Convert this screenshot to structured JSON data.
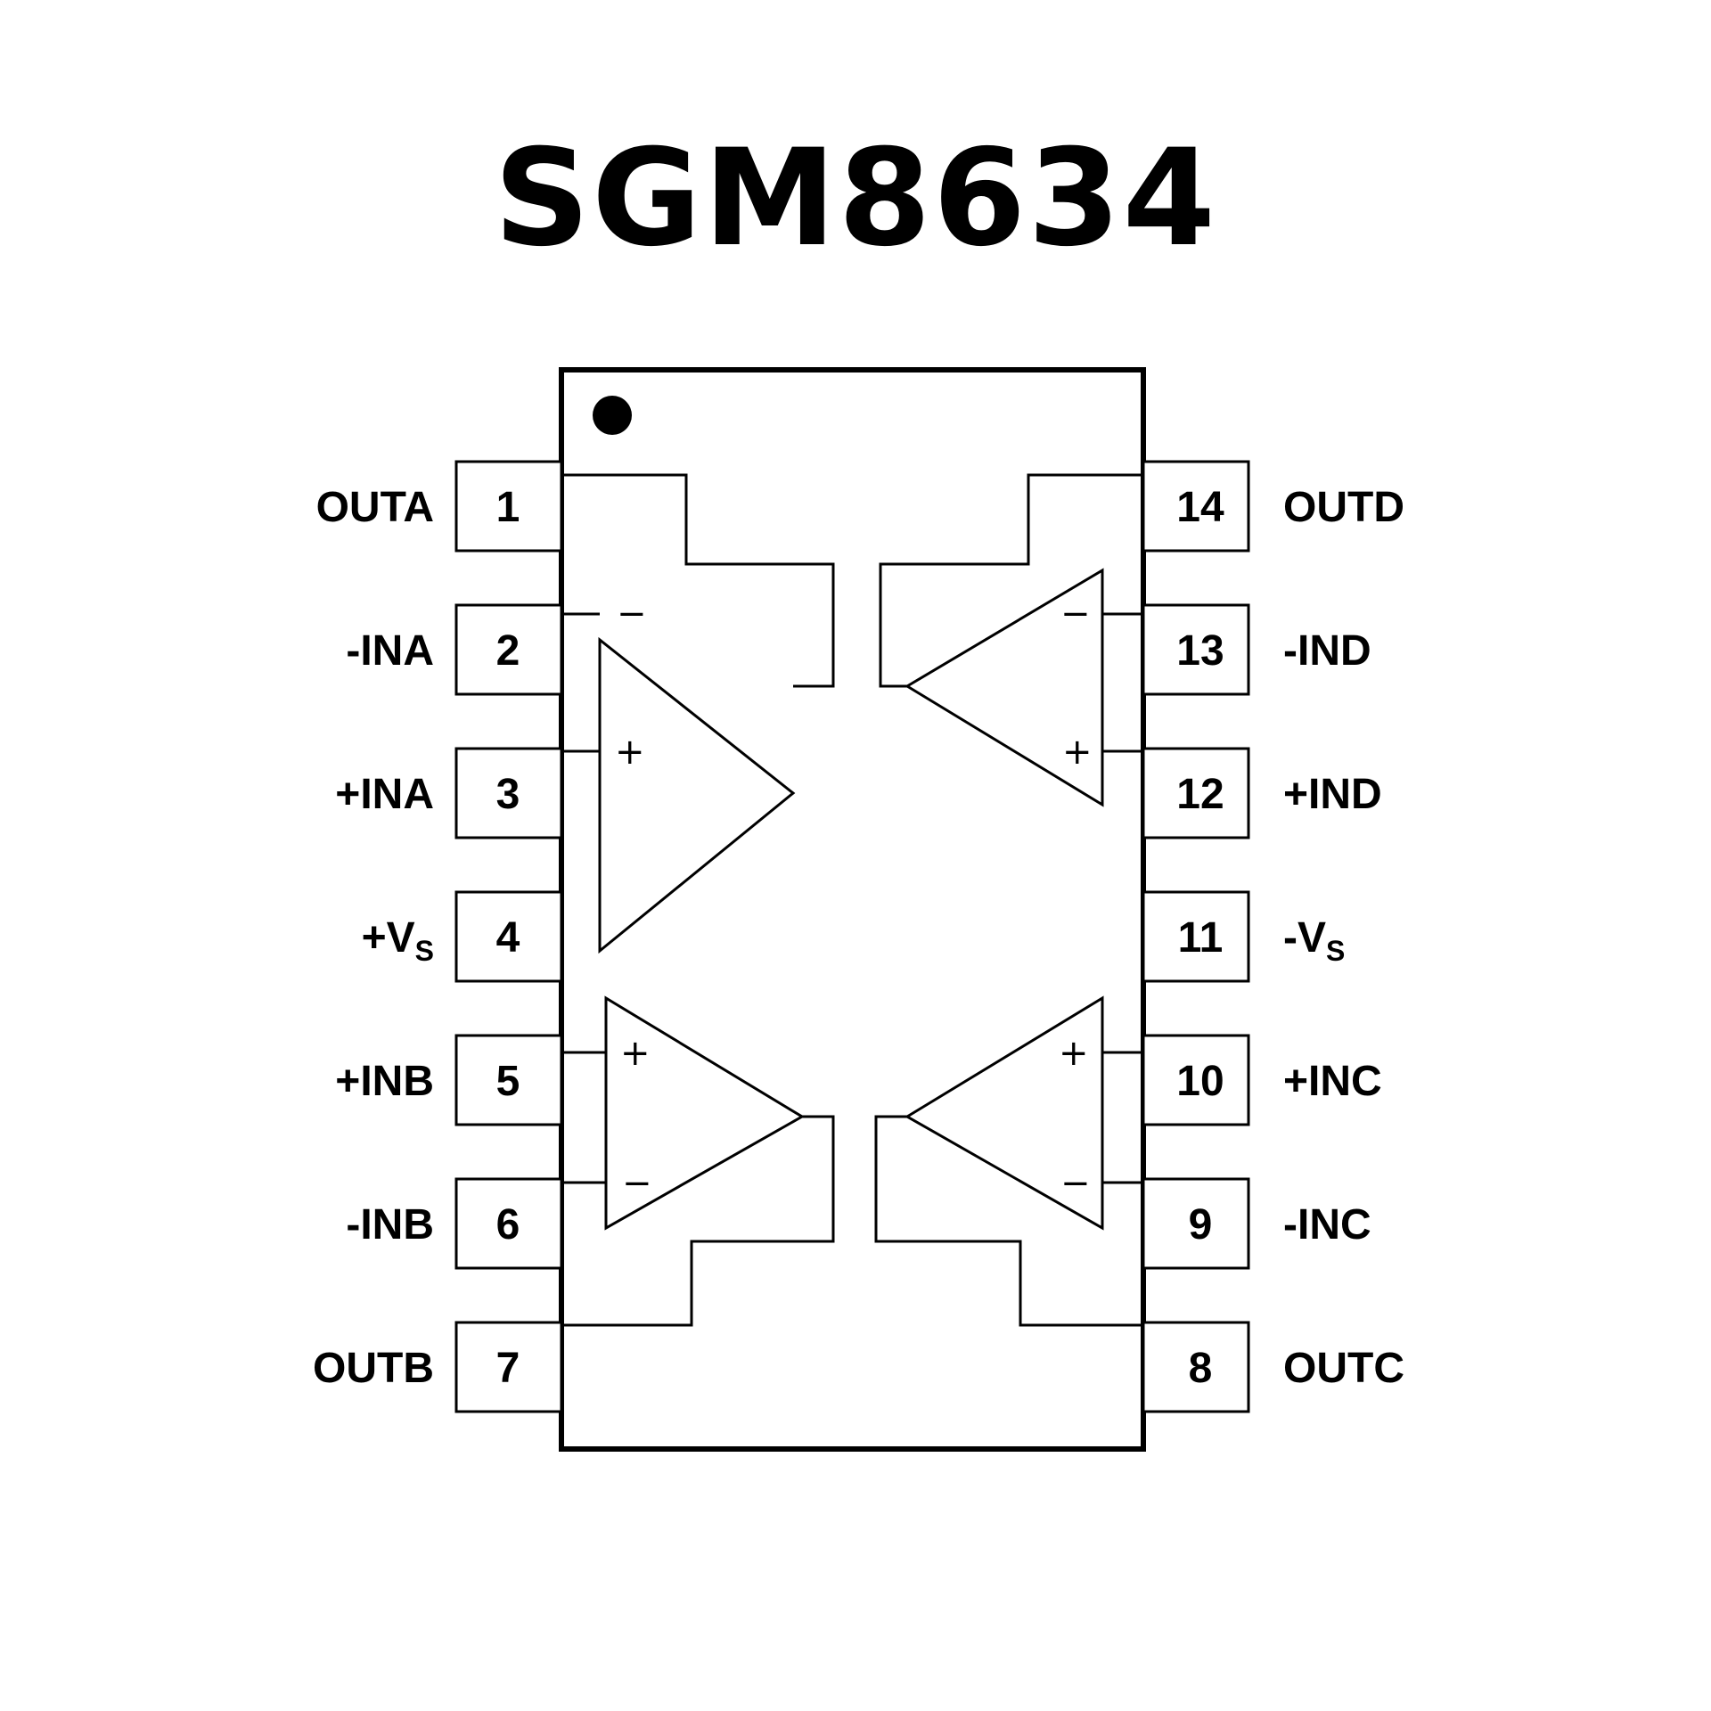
{
  "title": "SGM8634",
  "package": {
    "pin1_marker": "pin-1-indicator-dot",
    "left_pins": [
      {
        "number": "1",
        "label": "OUTA",
        "sub": ""
      },
      {
        "number": "2",
        "label": "-INA",
        "sub": ""
      },
      {
        "number": "3",
        "label": "+INA",
        "sub": ""
      },
      {
        "number": "4",
        "label": "+V",
        "sub": "S"
      },
      {
        "number": "5",
        "label": "+INB",
        "sub": ""
      },
      {
        "number": "6",
        "label": "-INB",
        "sub": ""
      },
      {
        "number": "7",
        "label": "OUTB",
        "sub": ""
      }
    ],
    "right_pins": [
      {
        "number": "14",
        "label": "OUTD",
        "sub": ""
      },
      {
        "number": "13",
        "label": "-IND",
        "sub": ""
      },
      {
        "number": "12",
        "label": "+IND",
        "sub": ""
      },
      {
        "number": "11",
        "label": "-V",
        "sub": "S"
      },
      {
        "number": "10",
        "label": "+INC",
        "sub": ""
      },
      {
        "number": "9",
        "label": "-INC",
        "sub": ""
      },
      {
        "number": "8",
        "label": "OUTC",
        "sub": ""
      }
    ],
    "amplifiers": [
      {
        "name": "A",
        "top_input": "−",
        "bottom_input": "+"
      },
      {
        "name": "D",
        "top_input": "−",
        "bottom_input": "+"
      },
      {
        "name": "B",
        "top_input": "+",
        "bottom_input": "−"
      },
      {
        "name": "C",
        "top_input": "+",
        "bottom_input": "−"
      }
    ]
  }
}
